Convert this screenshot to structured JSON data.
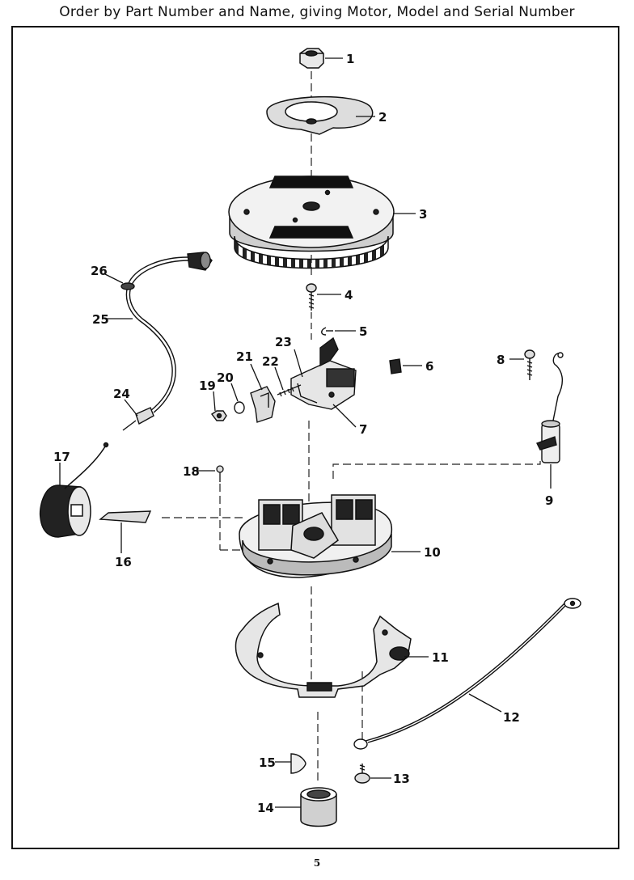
{
  "header": "Order by Part Number and Name, giving Motor, Model and Serial Number",
  "page_number": "5",
  "callouts": [
    "1",
    "2",
    "3",
    "4",
    "5",
    "6",
    "7",
    "8",
    "9",
    "10",
    "11",
    "12",
    "13",
    "14",
    "15",
    "16",
    "17",
    "18",
    "19",
    "20",
    "21",
    "22",
    "23",
    "24",
    "25",
    "26"
  ]
}
